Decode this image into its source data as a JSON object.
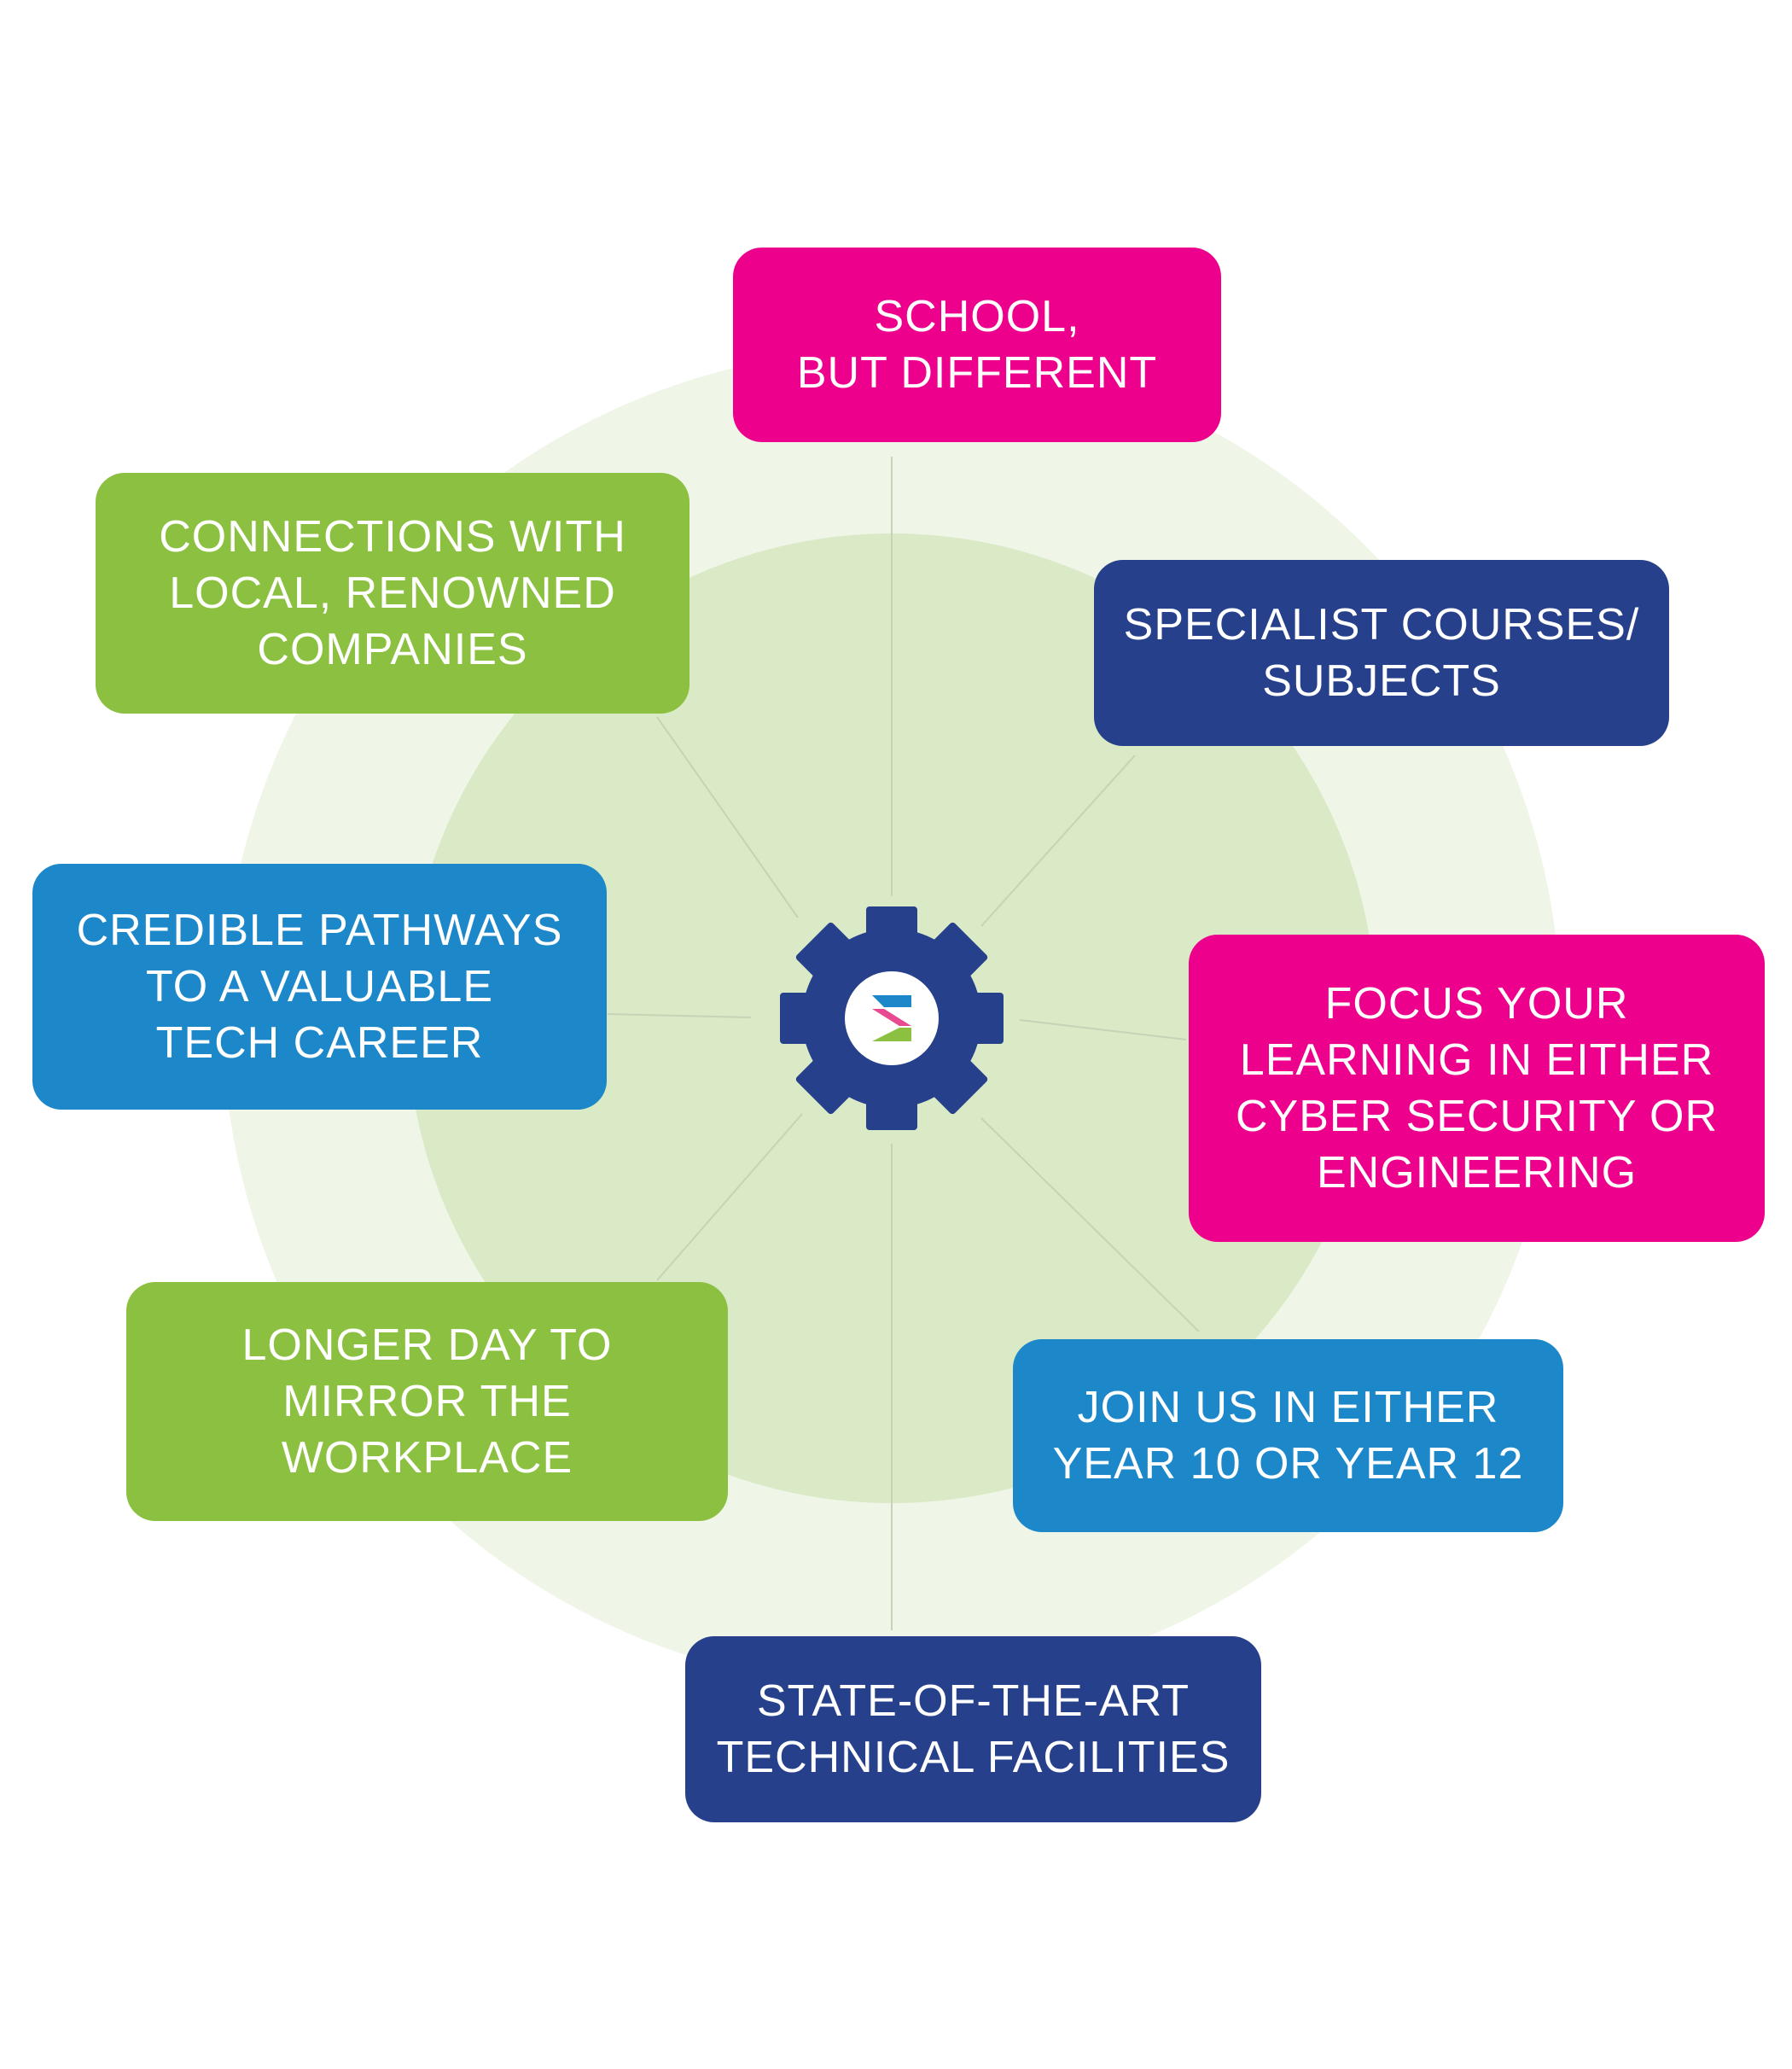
{
  "colors": {
    "pink": "#EC008C",
    "navy": "#27408B",
    "green": "#8CC040",
    "blue": "#1C87C9",
    "outer_circle": "#EFF6E7",
    "inner_circle": "#DAE9C6",
    "spoke": "#C5D3B7",
    "gear": "#27408B",
    "logo_pink": "#E94990",
    "logo_green": "#8CC040",
    "logo_blue": "#1C87C9"
  },
  "center": {
    "icon": "gear-logo-icon"
  },
  "features": [
    {
      "label": "SCHOOL,\nBUT DIFFERENT",
      "color": "pink"
    },
    {
      "label": "SPECIALIST COURSES/\nSUBJECTS",
      "color": "navy"
    },
    {
      "label": "FOCUS YOUR\nLEARNING IN EITHER\nCYBER SECURITY OR\nENGINEERING",
      "color": "pink"
    },
    {
      "label": "JOIN US IN EITHER\nYEAR 10 OR YEAR 12",
      "color": "blue"
    },
    {
      "label": "STATE-OF-THE-ART\nTECHNICAL FACILITIES",
      "color": "navy"
    },
    {
      "label": "LONGER DAY TO\nMIRROR THE\nWORKPLACE",
      "color": "green"
    },
    {
      "label": "CREDIBLE PATHWAYS\nTO A VALUABLE\nTECH CAREER",
      "color": "blue"
    },
    {
      "label": "CONNECTIONS WITH\nLOCAL, RENOWNED\nCOMPANIES",
      "color": "green"
    }
  ]
}
